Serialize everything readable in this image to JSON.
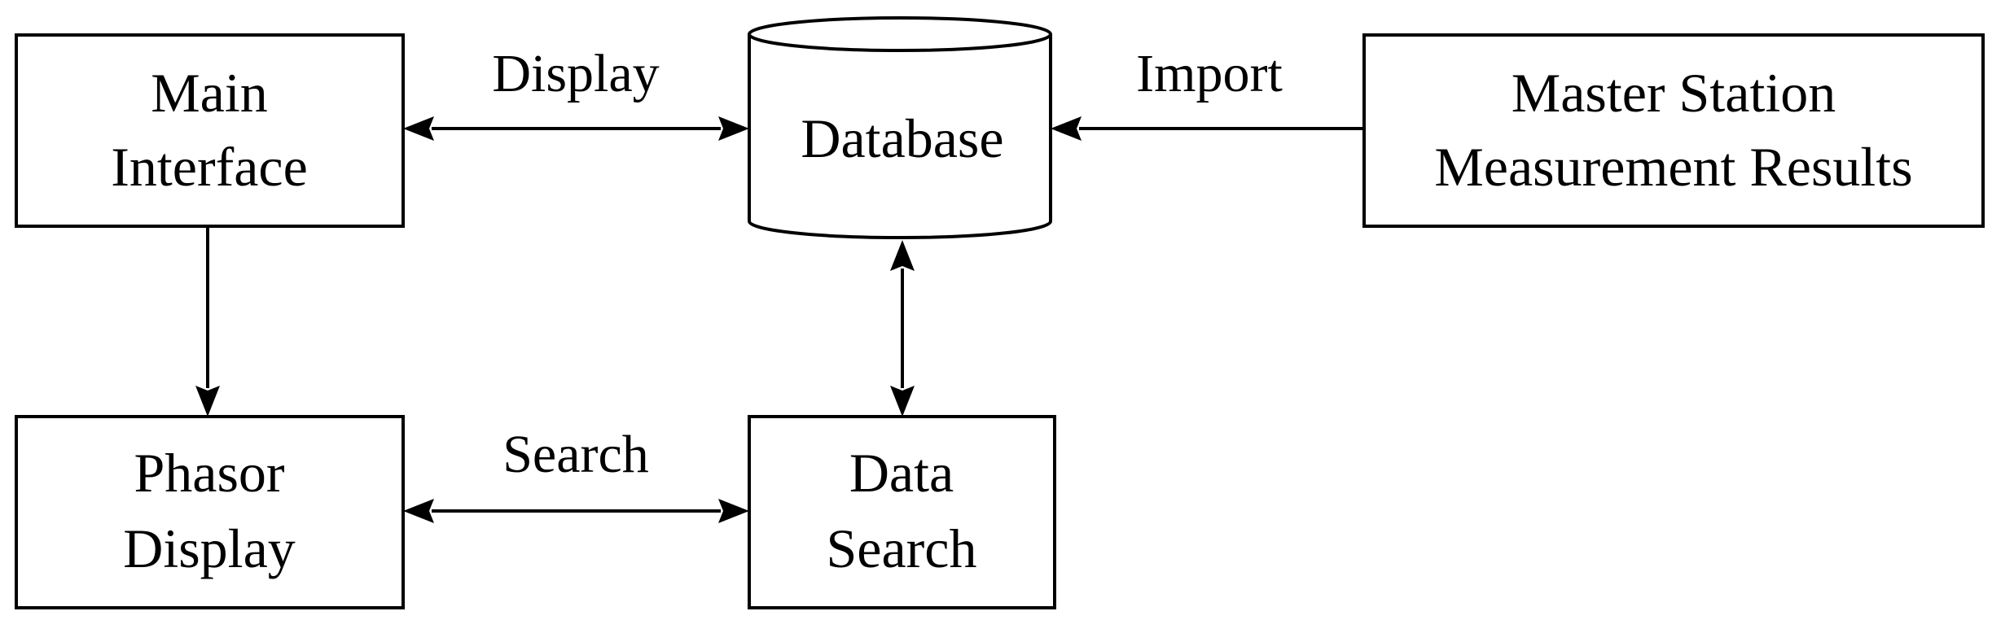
{
  "nodes": {
    "main_interface": {
      "line1": "Main",
      "line2": "Interface"
    },
    "database": {
      "label": "Database"
    },
    "master_station": {
      "line1": "Master Station",
      "line2": "Measurement Results"
    },
    "phasor_display": {
      "line1": "Phasor",
      "line2": "Display"
    },
    "data_search": {
      "line1": "Data",
      "line2": "Search"
    }
  },
  "edges": {
    "main_database": {
      "label": "Display"
    },
    "master_database": {
      "label": "Import"
    },
    "phasor_datasearch": {
      "label": "Search"
    },
    "main_phasor": {
      "label": ""
    },
    "database_datasearch": {
      "label": ""
    }
  },
  "colors": {
    "stroke": "#000000",
    "background": "#ffffff"
  }
}
